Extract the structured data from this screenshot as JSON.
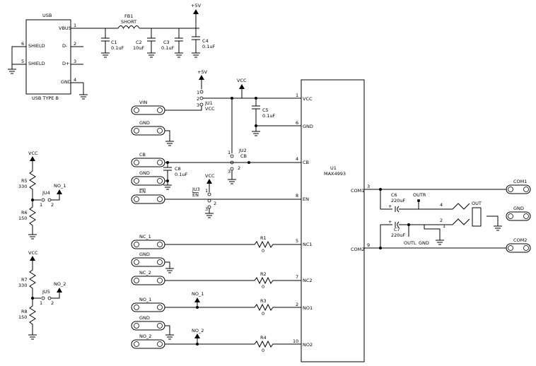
{
  "usb": {
    "title": "USB",
    "subtitle": "USB TYPE B",
    "pins": [
      {
        "num": "1",
        "name": "VBUS"
      },
      {
        "num": "2",
        "name": "D-"
      },
      {
        "num": "3",
        "name": "D+"
      },
      {
        "num": "4",
        "name": "GND"
      },
      {
        "num": "5",
        "name": "SHIELD"
      },
      {
        "num": "6",
        "name": "SHIELD"
      }
    ]
  },
  "fb1": {
    "ref": "FB1",
    "value": "SHORT"
  },
  "rail_5v": "+5V",
  "vcc": "VCC",
  "gnd": "GND",
  "caps": [
    {
      "ref": "C1",
      "value": "0.1uF"
    },
    {
      "ref": "C2",
      "value": "10uF"
    },
    {
      "ref": "C3",
      "value": "0.1uF"
    },
    {
      "ref": "C4",
      "value": "0.1uF"
    },
    {
      "ref": "C5",
      "value": "0.1uF"
    },
    {
      "ref": "C8",
      "value": "0.1uF"
    },
    {
      "ref": "C6",
      "value": "220uF"
    },
    {
      "ref": "C7",
      "value": "220uF"
    }
  ],
  "resistors": [
    {
      "ref": "R1",
      "value": "0"
    },
    {
      "ref": "R2",
      "value": "0"
    },
    {
      "ref": "R3",
      "value": "0"
    },
    {
      "ref": "R4",
      "value": "0"
    },
    {
      "ref": "R5",
      "value": "330"
    },
    {
      "ref": "R6",
      "value": "150"
    },
    {
      "ref": "R7",
      "value": "330"
    },
    {
      "ref": "R8",
      "value": "150"
    }
  ],
  "jumpers": [
    {
      "ref": "JU1",
      "net": "VCC"
    },
    {
      "ref": "JU2",
      "net": "CB"
    },
    {
      "ref": "JU3",
      "net": "EN"
    },
    {
      "ref": "JU4",
      "net": "NO_1"
    },
    {
      "ref": "JU5",
      "net": "NO_2"
    }
  ],
  "pads_left": [
    "VIN",
    "GND",
    "CB",
    "GND",
    "EN",
    "NC_1",
    "GND",
    "NC_2",
    "NO_1",
    "GND",
    "NO_2"
  ],
  "pads_right": [
    "COM1",
    "GND",
    "COM2"
  ],
  "ic": {
    "ref": "U1",
    "part": "MAX4993",
    "pins_left": [
      {
        "num": "1",
        "name": "VCC"
      },
      {
        "num": "6",
        "name": "GND"
      },
      {
        "num": "4",
        "name": "CB"
      },
      {
        "num": "8",
        "name": "EN"
      },
      {
        "num": "5",
        "name": "NC1"
      },
      {
        "num": "7",
        "name": "NC2"
      },
      {
        "num": "2",
        "name": "NO1"
      },
      {
        "num": "10",
        "name": "NO2"
      }
    ],
    "pins_right": [
      {
        "num": "3",
        "name": "COM1"
      },
      {
        "num": "9",
        "name": "COM2"
      }
    ]
  },
  "out_jack": {
    "ref": "OUT",
    "outr": "OUTR",
    "outl": "OUTL",
    "pins": [
      "4",
      "2",
      "1"
    ]
  },
  "nets": {
    "no1": "NO_1",
    "no2": "NO_2"
  },
  "jumper_pins": [
    "1",
    "2",
    "3"
  ]
}
